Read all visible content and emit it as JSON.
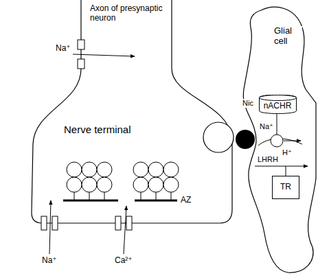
{
  "diagram": {
    "nodes": [
      {
        "text": [
          "nACHR"
        ]
      },
      {
        "text": [
          "TR"
        ]
      }
    ],
    "labels": [
      "Axon of presynaptic neuron",
      "Na⁺",
      "Glial cell",
      "Nic",
      "Na⁺",
      "H⁺",
      "LHRH",
      "Nerve terminal",
      "AZ",
      "Na⁺",
      "Ca²⁺"
    ]
  }
}
